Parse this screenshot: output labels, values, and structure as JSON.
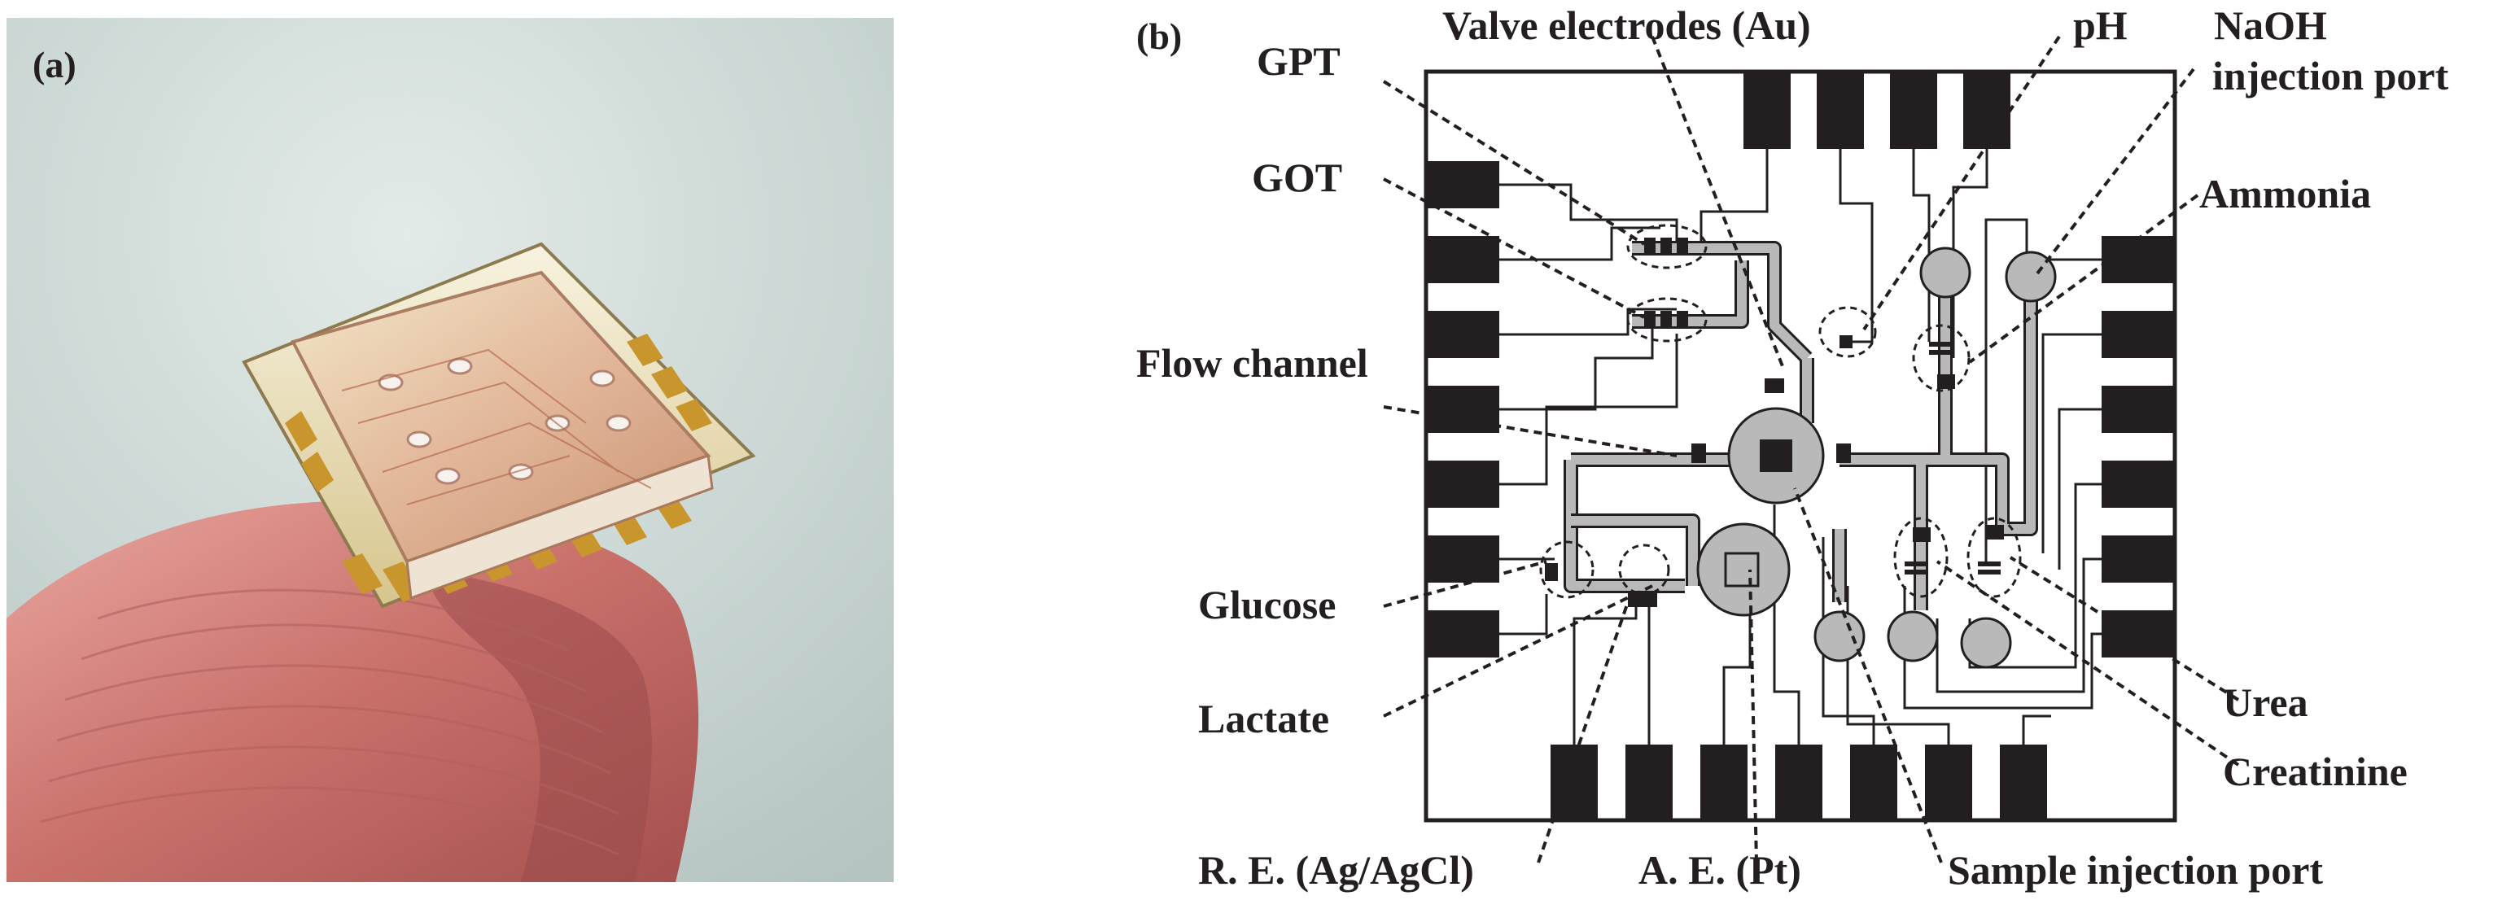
{
  "panel_a": {
    "label": "(a)"
  },
  "panel_b": {
    "label": "(b)",
    "labels": {
      "valve": "Valve electrodes (Au)",
      "ph": "pH",
      "naoh_1": "NaOH",
      "naoh_2": "injection port",
      "gpt": "GPT",
      "got": "GOT",
      "ammonia": "Ammonia",
      "flow": "Flow channel",
      "glucose": "Glucose",
      "lactate": "Lactate",
      "urea": "Urea",
      "creatinine": "Creatinine",
      "re": "R. E. (Ag/AgCl)",
      "ae": "A. E.  (Pt)",
      "sample": "Sample injection port"
    }
  }
}
